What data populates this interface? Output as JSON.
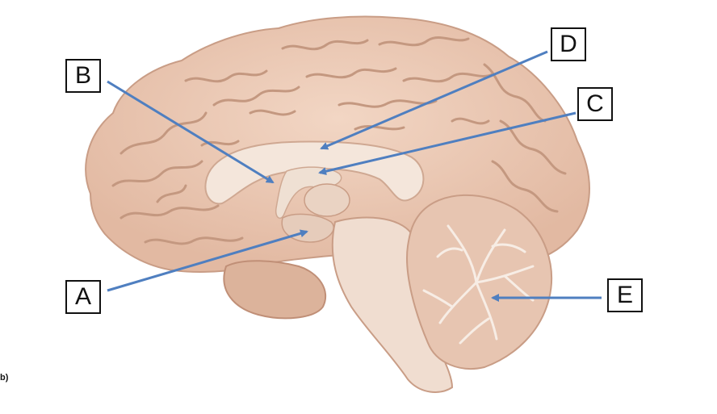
{
  "labels": {
    "a": "A",
    "b": "B",
    "c": "C",
    "d": "D",
    "e": "E"
  },
  "part_tag": "b)",
  "colors": {
    "arrow": "#4f7fc0",
    "brain_tissue": "#e9c8b4",
    "sulcus": "#c79c85",
    "cut_surface": "#f3e4d8",
    "label_border": "#111111"
  }
}
